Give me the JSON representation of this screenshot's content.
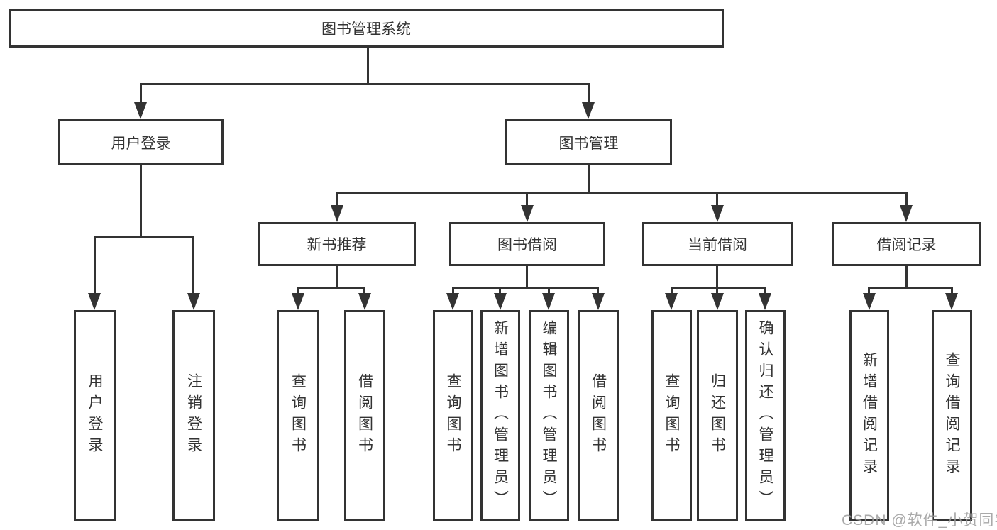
{
  "diagram": {
    "root": "图书管理系统",
    "level1": {
      "user_login": "用户登录",
      "book_mgmt": "图书管理"
    },
    "level2": {
      "new_book_rec": "新书推荐",
      "book_borrowing": "图书借阅",
      "current_borrowing": "当前借阅",
      "borrow_records": "借阅记录"
    },
    "leaves": {
      "user_login": [
        "用户登录",
        "注销登录"
      ],
      "new_book_rec": [
        "查询图书",
        "借阅图书"
      ],
      "book_borrowing": [
        "查询图书",
        "新增图书（管理员）",
        "编辑图书（管理员）",
        "借阅图书"
      ],
      "current_borrowing": [
        "查询图书",
        "归还图书",
        "确认归还（管理员）"
      ],
      "borrow_records": [
        "新增借阅记录",
        "查询借阅记录"
      ]
    }
  },
  "watermark": {
    "text": "CSDN @软件_小贺同学",
    "color": "#9b9b9b"
  },
  "colors": {
    "line": "#333333",
    "text": "#333333",
    "background": "#ffffff"
  }
}
